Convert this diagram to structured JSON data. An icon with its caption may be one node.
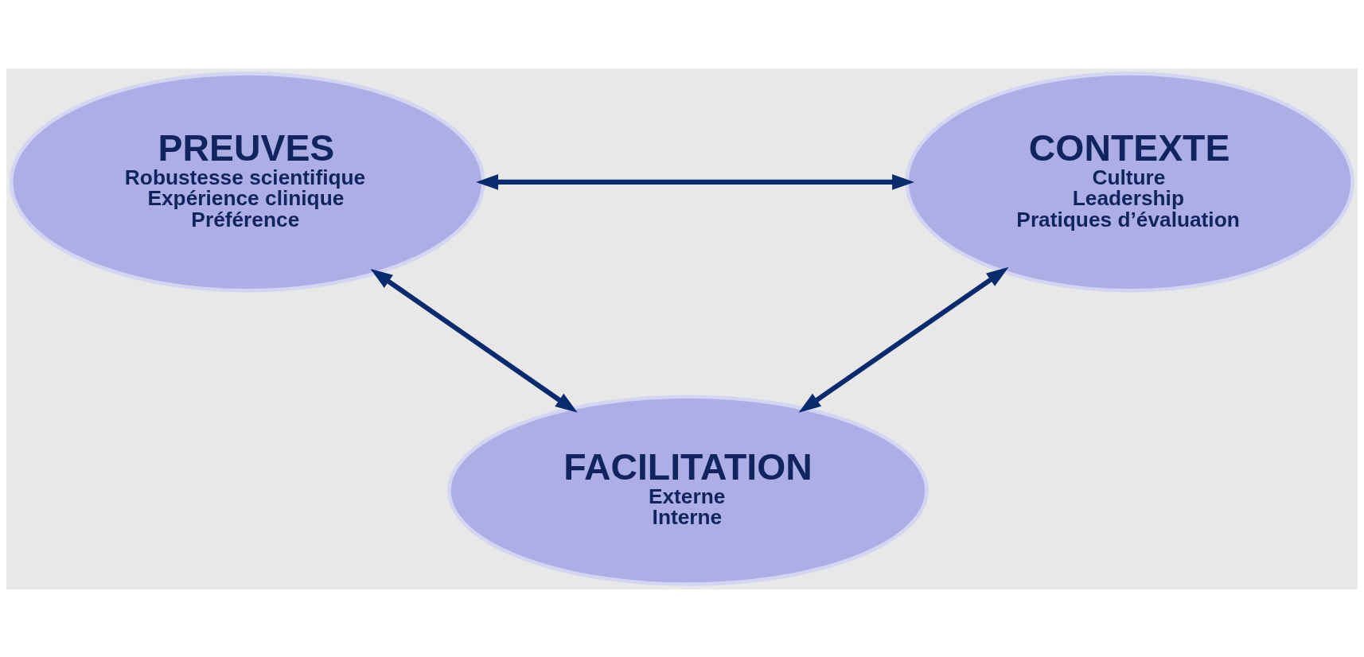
{
  "diagram": {
    "nodes": [
      {
        "text": [
          "PREUVES",
          "Robustesse scientifique",
          "Expérience clinique",
          "Préférence"
        ]
      },
      {
        "text": [
          "CONTEXTE",
          "Culture",
          "Leadership",
          "Pratiques d’évaluation"
        ]
      },
      {
        "text": [
          "FACILITATION",
          "Externe",
          "Interne"
        ]
      }
    ],
    "edges": [
      {
        "from": 0,
        "to": 1,
        "arrow": "both"
      },
      {
        "from": 0,
        "to": 2,
        "arrow": "both"
      },
      {
        "from": 1,
        "to": 2,
        "arrow": "both"
      }
    ]
  }
}
